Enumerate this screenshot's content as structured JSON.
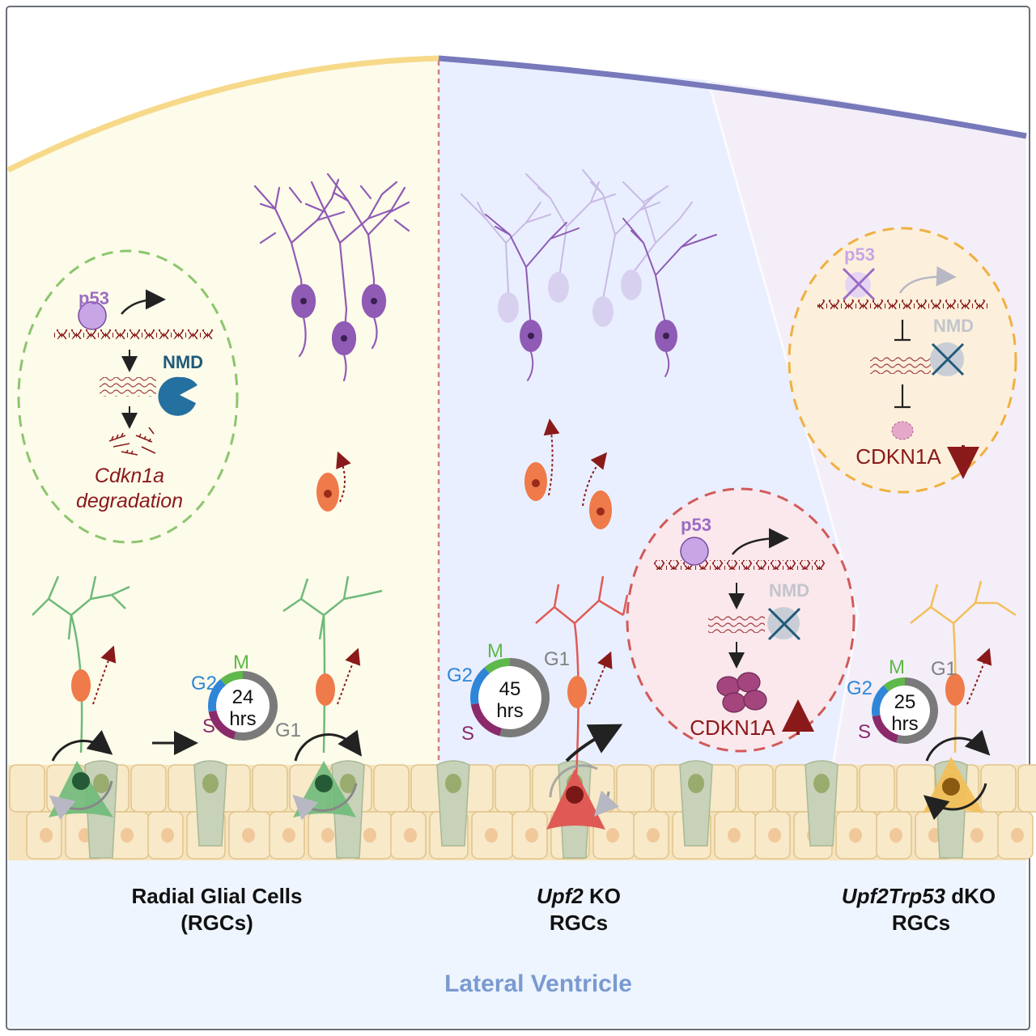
{
  "colors": {
    "wt_panel": "#fdfbea",
    "ko_panel": "#e9efff",
    "dko_panel": "#f3edf7",
    "ventricle": "#eef5ff",
    "wt_glia": "#6fba7a",
    "ko_glia": "#e05a55",
    "dko_glia": "#f2bf5a",
    "neuron": "#8f5bb5",
    "migrating_cell": "#ef7a4a",
    "nmd_blue": "#1f5a7a",
    "cdkn1a_red": "#8a1a1a",
    "ventricle_text": "#7a9ad0"
  },
  "panels": [
    {
      "id": "wt",
      "caption_line1": "Radial Glial Cells",
      "caption_line2": "(RGCs)",
      "inset": {
        "p53": "p53",
        "nmd": "NMD",
        "outcome_line1": "Cdkn1a",
        "outcome_line2": "degradation"
      },
      "cycle": {
        "duration": "24",
        "unit": "hrs",
        "phase_m": "M",
        "phase_g1": "G1",
        "phase_g2": "G2",
        "phase_s": "S"
      }
    },
    {
      "id": "ko",
      "caption_gene": "Upf2",
      "caption_suffix": " KO",
      "caption_line2": "RGCs",
      "inset": {
        "p53": "p53",
        "nmd": "NMD",
        "protein": "CDKN1A",
        "trend": "up"
      },
      "cycle": {
        "duration": "45",
        "unit": "hrs",
        "phase_m": "M",
        "phase_g1": "G1",
        "phase_g2": "G2",
        "phase_s": "S"
      }
    },
    {
      "id": "dko",
      "caption_gene": "Upf2Trp53",
      "caption_suffix": " dKO",
      "caption_line2": "RGCs",
      "inset": {
        "p53": "p53",
        "nmd": "NMD",
        "protein": "CDKN1A",
        "trend": "down"
      },
      "cycle": {
        "duration": "25",
        "unit": "hrs",
        "phase_m": "M",
        "phase_g1": "G1",
        "phase_g2": "G2",
        "phase_s": "S"
      }
    }
  ],
  "ventricle_label": "Lateral Ventricle"
}
